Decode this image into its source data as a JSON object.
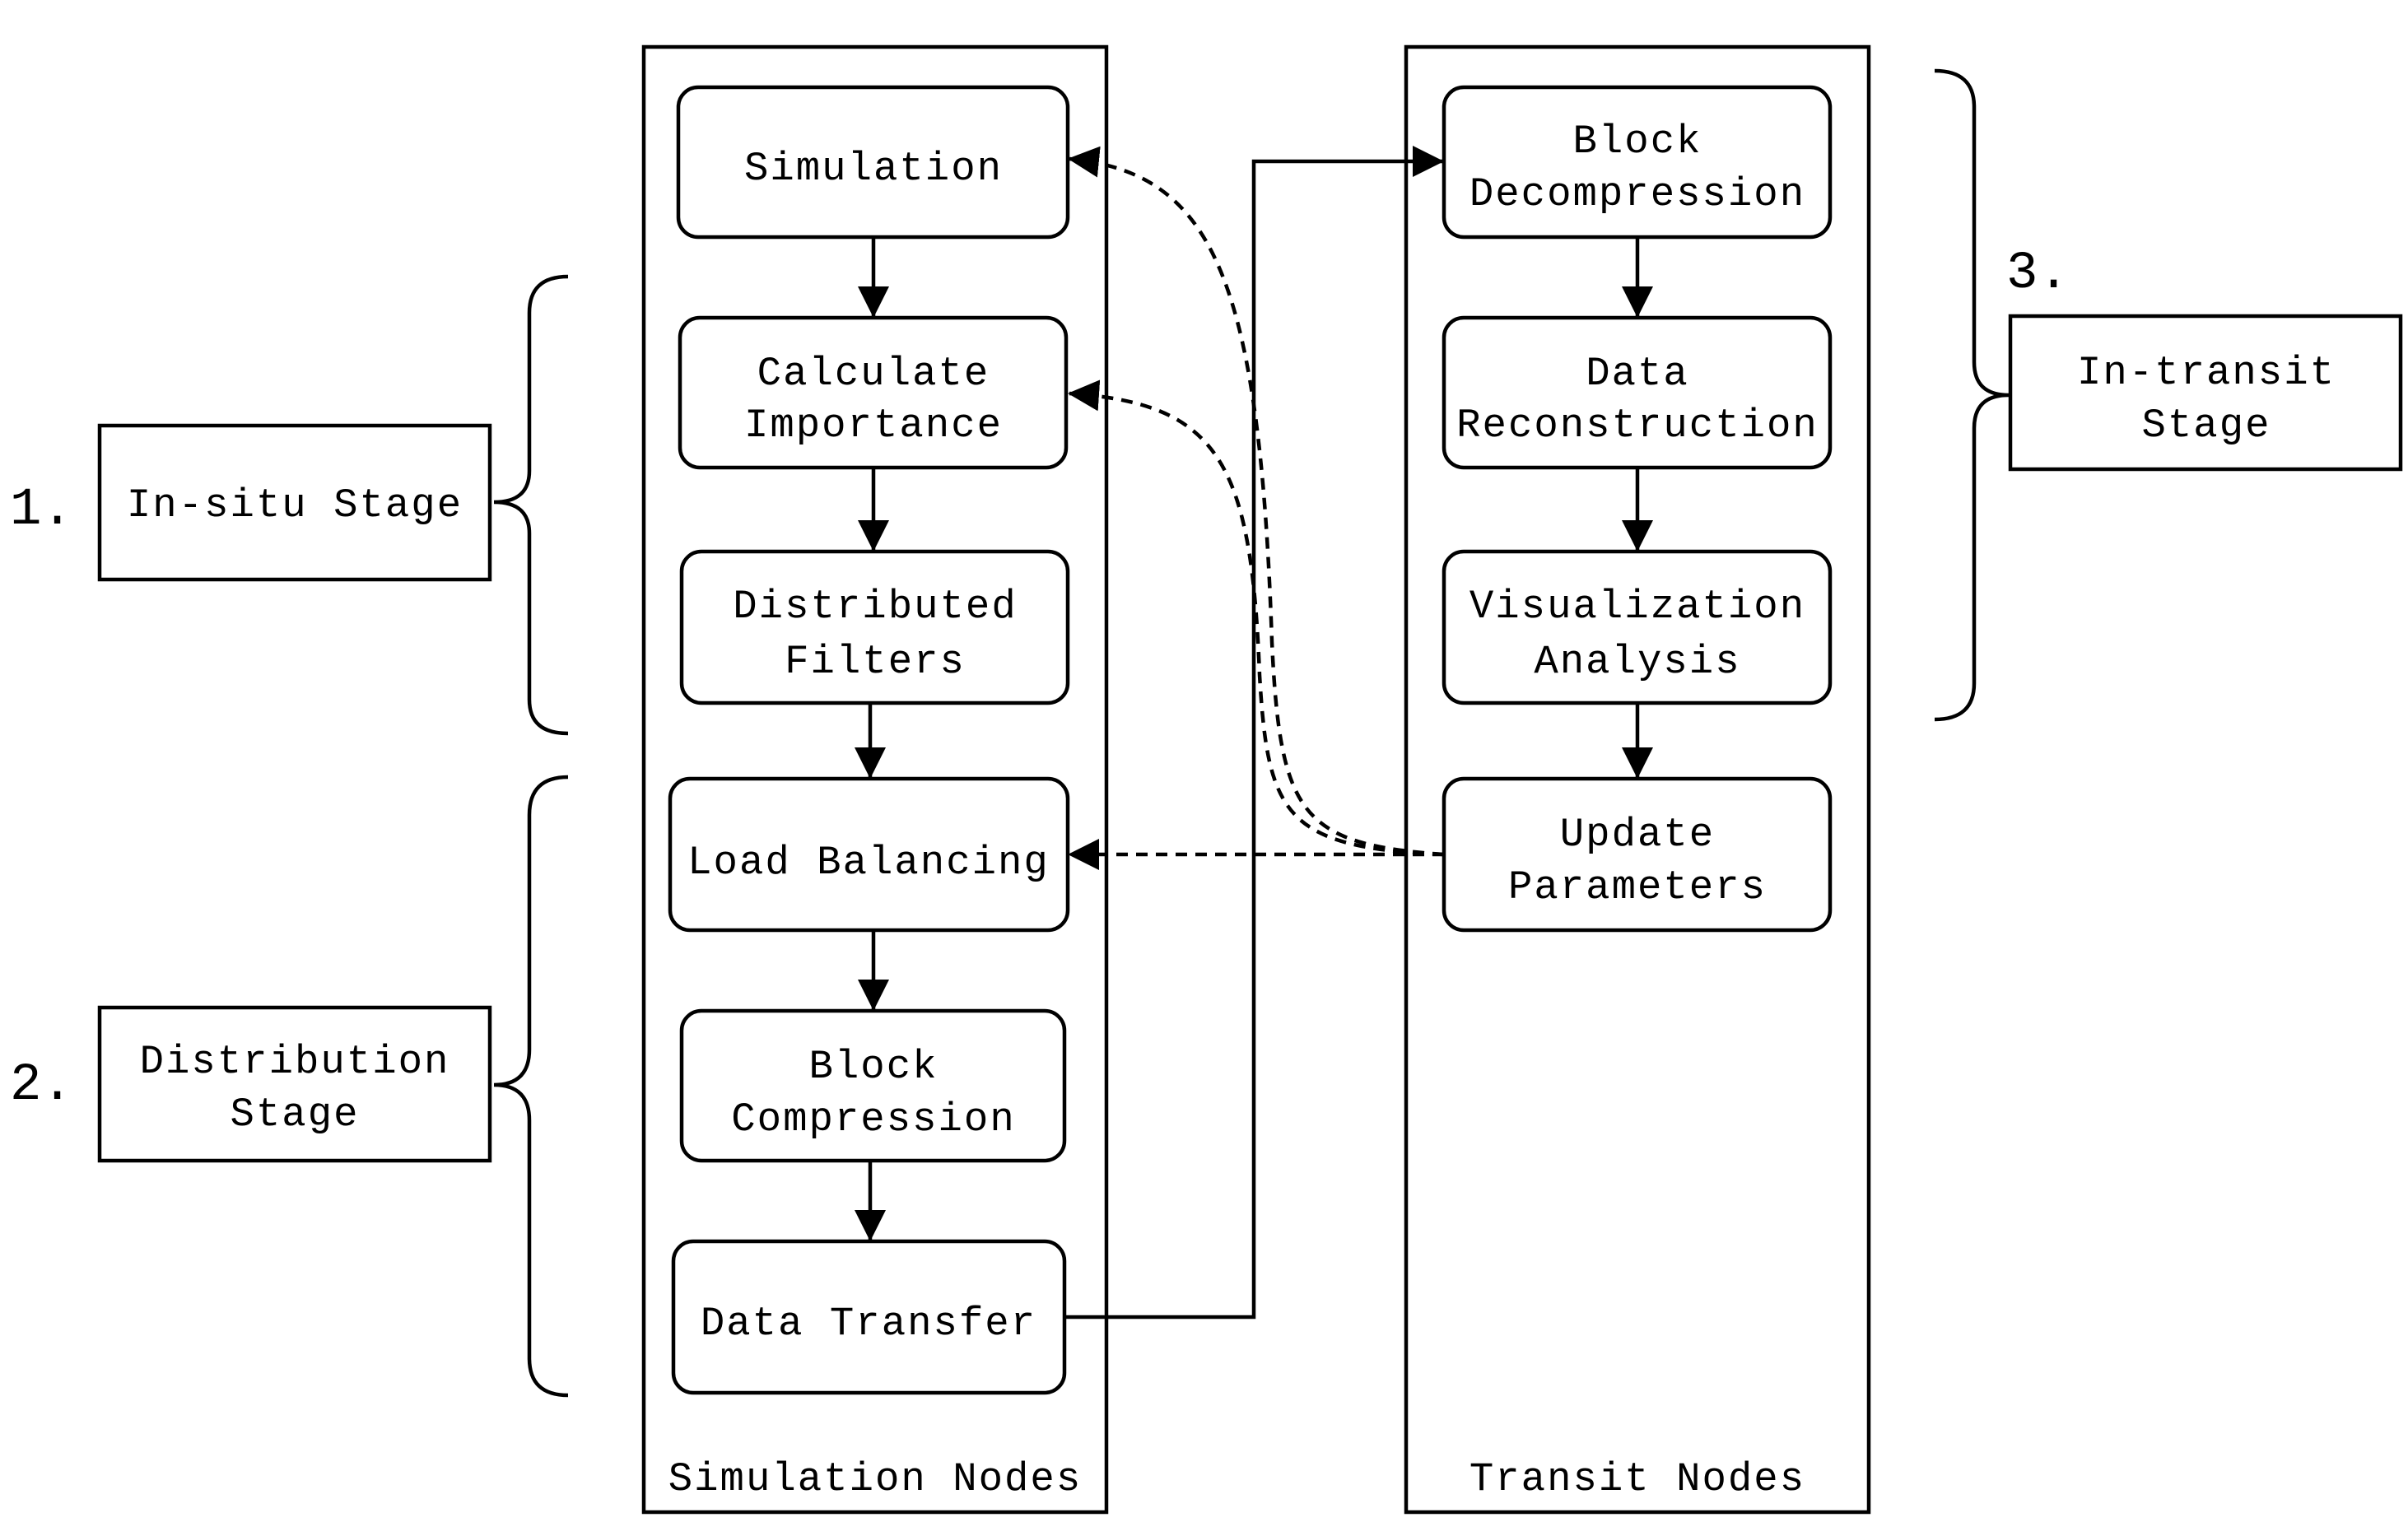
{
  "diagram": {
    "simulation_nodes": {
      "label": "Simulation Nodes",
      "steps": [
        [
          "Simulation"
        ],
        [
          "Calculate",
          "Importance"
        ],
        [
          "Distributed",
          "Filters"
        ],
        [
          "Load Balancing"
        ],
        [
          "Block",
          "Compression"
        ],
        [
          "Data Transfer"
        ]
      ]
    },
    "transit_nodes": {
      "label": "Transit Nodes",
      "steps": [
        [
          "Block",
          "Decompression"
        ],
        [
          "Data",
          "Reconstruction"
        ],
        [
          "Visualization",
          "Analysis"
        ],
        [
          "Update",
          "Parameters"
        ]
      ]
    },
    "stages": [
      {
        "number": "1.",
        "label": [
          "In-situ Stage"
        ]
      },
      {
        "number": "2.",
        "label": [
          "Distribution",
          "Stage"
        ]
      },
      {
        "number": "3.",
        "label": [
          "In-transit",
          "Stage"
        ]
      }
    ]
  }
}
